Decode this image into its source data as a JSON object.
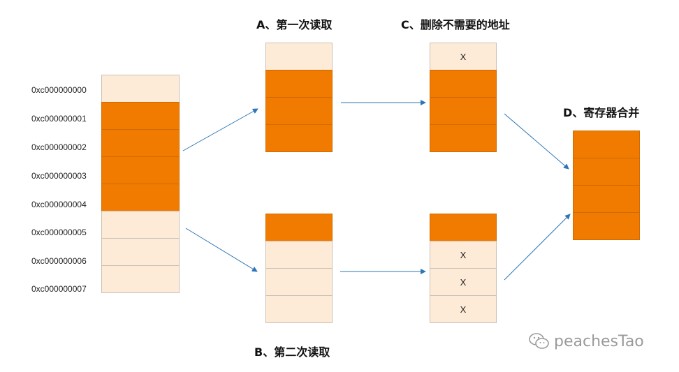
{
  "titles": {
    "a": "A、第一次读取",
    "b": "B、第二次读取",
    "c": "C、删除不需要的地址",
    "d": "D、寄存器合并"
  },
  "addresses": [
    "0xc000000000",
    "0xc000000001",
    "0xc000000002",
    "0xc000000003",
    "0xc000000004",
    "0xc000000005",
    "0xc000000006",
    "0xc000000007"
  ],
  "memory": {
    "cells": [
      {
        "fill": "light",
        "mark": ""
      },
      {
        "fill": "dark",
        "mark": ""
      },
      {
        "fill": "dark",
        "mark": ""
      },
      {
        "fill": "dark",
        "mark": ""
      },
      {
        "fill": "dark",
        "mark": ""
      },
      {
        "fill": "light",
        "mark": ""
      },
      {
        "fill": "light",
        "mark": ""
      },
      {
        "fill": "light",
        "mark": ""
      }
    ]
  },
  "read_a": {
    "cells": [
      {
        "fill": "light",
        "mark": ""
      },
      {
        "fill": "dark",
        "mark": ""
      },
      {
        "fill": "dark",
        "mark": ""
      },
      {
        "fill": "dark",
        "mark": ""
      }
    ]
  },
  "read_b": {
    "cells": [
      {
        "fill": "dark",
        "mark": ""
      },
      {
        "fill": "light",
        "mark": ""
      },
      {
        "fill": "light",
        "mark": ""
      },
      {
        "fill": "light",
        "mark": ""
      }
    ]
  },
  "delete_c_top": {
    "cells": [
      {
        "fill": "light",
        "mark": "X"
      },
      {
        "fill": "dark",
        "mark": ""
      },
      {
        "fill": "dark",
        "mark": ""
      },
      {
        "fill": "dark",
        "mark": ""
      }
    ]
  },
  "delete_c_bottom": {
    "cells": [
      {
        "fill": "dark",
        "mark": ""
      },
      {
        "fill": "light",
        "mark": "X"
      },
      {
        "fill": "light",
        "mark": "X"
      },
      {
        "fill": "light",
        "mark": "X"
      }
    ]
  },
  "merge_d": {
    "cells": [
      {
        "fill": "dark",
        "mark": ""
      },
      {
        "fill": "dark",
        "mark": ""
      },
      {
        "fill": "dark",
        "mark": ""
      },
      {
        "fill": "dark",
        "mark": ""
      }
    ]
  },
  "watermark": {
    "text": "peachesTao",
    "icon": "wechat-icon"
  },
  "colors": {
    "dark": "#f07b00",
    "light": "#fdebd8",
    "arrow": "#2e75b6"
  }
}
